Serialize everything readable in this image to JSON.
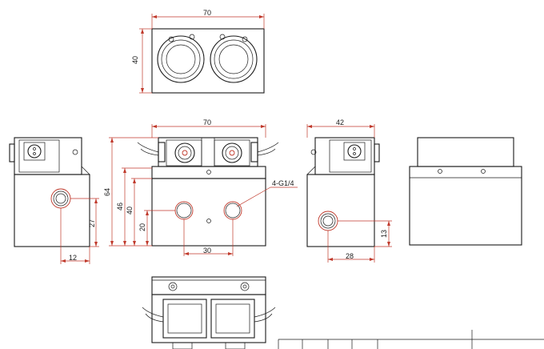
{
  "dims": {
    "top_width": "70",
    "top_height": "40",
    "front_width": "70",
    "side_width": "42",
    "height_total": "64",
    "height_46": "46",
    "height_40": "40",
    "height_20": "20",
    "port_spacing": "30",
    "port_label": "4-G1/4",
    "left_27": "27",
    "left_12": "12",
    "right_13": "13",
    "right_28": "28"
  }
}
